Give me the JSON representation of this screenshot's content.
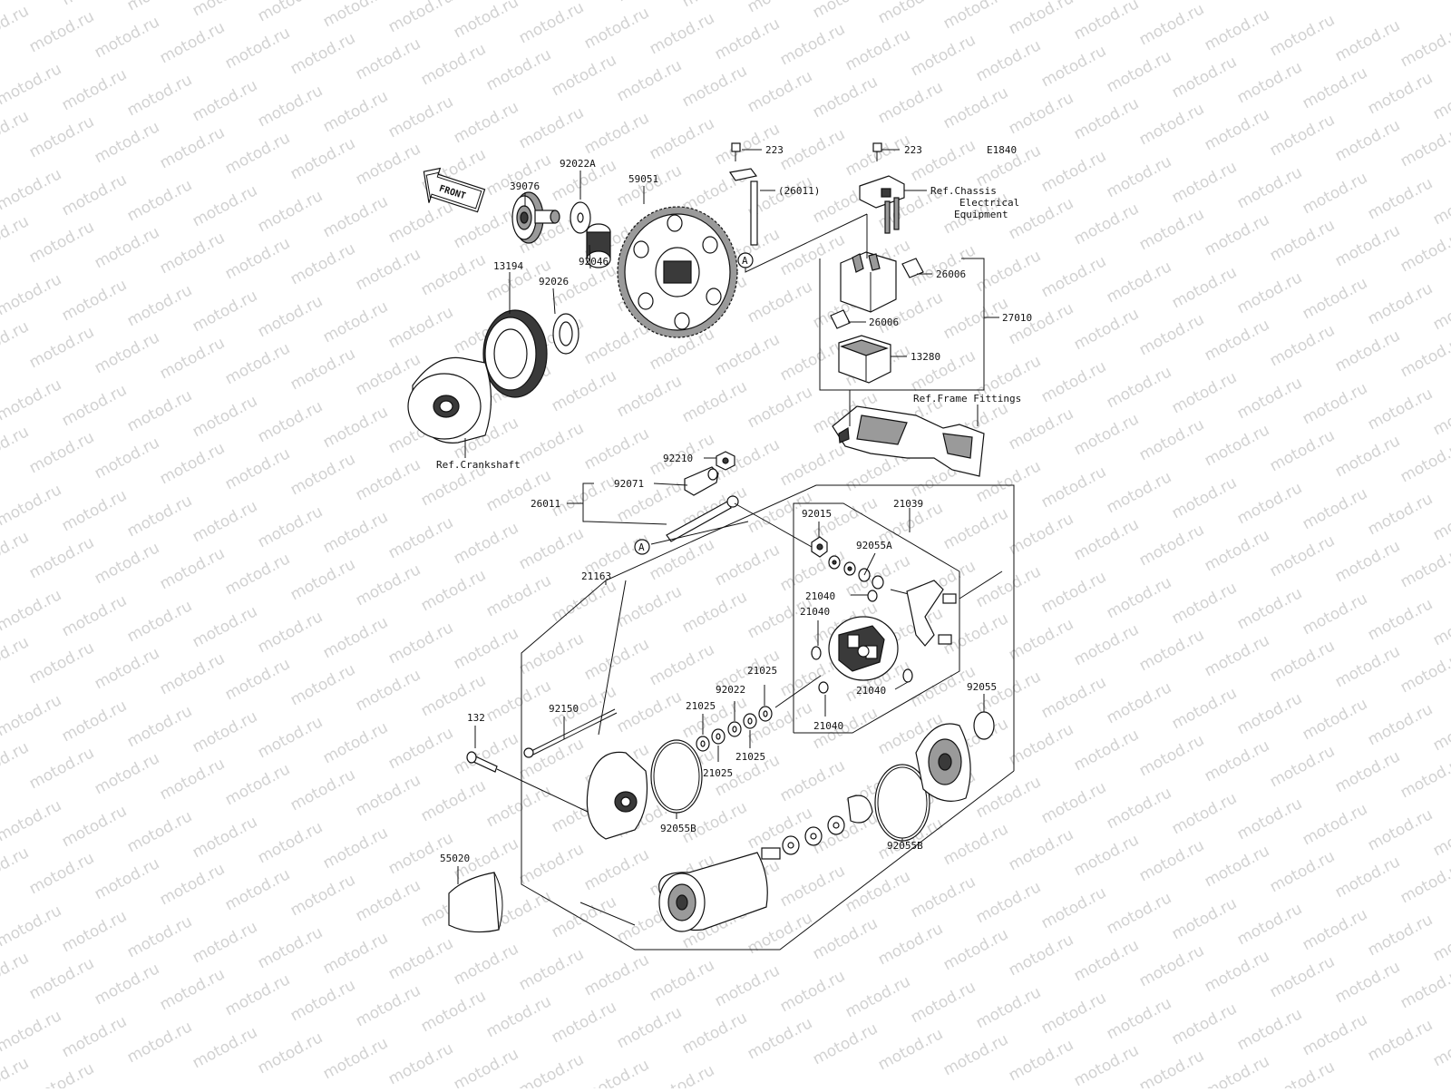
{
  "watermark": "motod.ru",
  "figure_code": "E1840",
  "front_arrow_text": "FRONT",
  "callouts": {
    "c223a": "223",
    "c223b": "223",
    "c26011p": "(26011)",
    "c_ref_chassis_1": "Ref.Chassis",
    "c_ref_chassis_2": "Electrical",
    "c_ref_chassis_3": "Equipment",
    "c26006a": "26006",
    "c26006b": "26006",
    "c27010": "27010",
    "c13280": "13280",
    "c_ref_frame": "Ref.Frame Fittings",
    "c39076": "39076",
    "c92022A": "92022A",
    "c59051": "59051",
    "c92026": "92026",
    "c92046": "92046",
    "c13194": "13194",
    "c_ref_crank": "Ref.Crankshaft",
    "c92210": "92210",
    "c92071": "92071",
    "c26011": "26011",
    "c92015": "92015",
    "c21039": "21039",
    "c92055A": "92055A",
    "c21163": "21163",
    "c21040a": "21040",
    "c21040b": "21040",
    "c21040c": "21040",
    "c21040d": "21040",
    "c21025a": "21025",
    "c92022": "92022",
    "c21025b": "21025",
    "c21025c": "21025",
    "c21025d": "21025",
    "c92150": "92150",
    "c132": "132",
    "c92055": "92055",
    "c92055Ba": "92055B",
    "c92055Bb": "92055B",
    "c55020": "55020",
    "markA1": "A",
    "markA2": "A"
  }
}
